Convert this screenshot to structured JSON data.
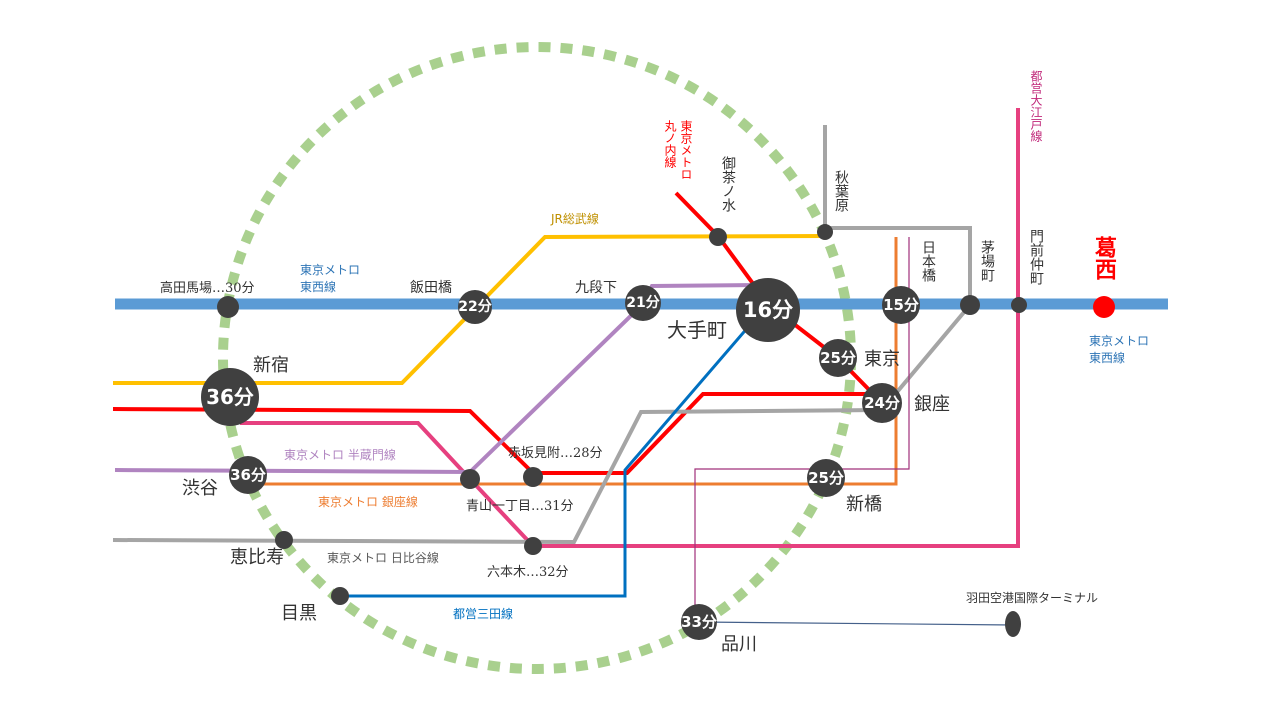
{
  "lines": {
    "tozai": {
      "name": "東京メトロ\n東西線",
      "name_l1": "東京メトロ",
      "name_l2": "東西線",
      "color": "#5b9bd5"
    },
    "sobu": {
      "name": "JR総武線",
      "color": "#ffc000"
    },
    "marunouchi": {
      "name_l1": "東京メトロ",
      "name_l2": "丸ノ内線",
      "color": "#ff0000"
    },
    "hanzomon": {
      "name": "東京メトロ 半蔵門線",
      "color": "#b084c0"
    },
    "ginza": {
      "name": "東京メトロ 銀座線",
      "color": "#ed7d31"
    },
    "hibiya": {
      "name": "東京メトロ 日比谷線",
      "color": "#a5a5a5"
    },
    "mita": {
      "name": "都営三田線",
      "color": "#0070c0"
    },
    "oedo": {
      "name": "都営大江戸線",
      "color": "#e6407f"
    },
    "ring": {
      "color": "#a9d08e"
    }
  },
  "destination": {
    "name": "葛西",
    "color": "#ff0000"
  },
  "stations": {
    "takadanobaba": "高田馬場…30分",
    "iidabashi": {
      "name": "飯田橋",
      "time": "22分"
    },
    "kudanshita": {
      "name": "九段下",
      "time": "21分"
    },
    "otemachi": {
      "name": "大手町",
      "time": "16分"
    },
    "nihombashi": {
      "name": "日本橋",
      "time": "15分"
    },
    "kayabacho": "茅場町",
    "monzennakacho": "門前仲町",
    "ochanomizu": "御茶ノ水",
    "akihabara": "秋葉原",
    "shinjuku": {
      "name": "新宿",
      "time": "36分"
    },
    "shibuya": {
      "name": "渋谷",
      "time": "36分"
    },
    "ebisu": "恵比寿",
    "meguro": "目黒",
    "aoyama": "青山一丁目…31分",
    "akasaka": "赤坂見附…28分",
    "roppongi": "六本木…32分",
    "tokyo": {
      "name": "東京",
      "time": "25分"
    },
    "ginza": {
      "name": "銀座",
      "time": "24分"
    },
    "shimbashi": {
      "name": "新橋",
      "time": "25分"
    },
    "shinagawa": {
      "name": "品川",
      "time": "33分"
    },
    "haneda": "羽田空港国際ターミナル"
  }
}
